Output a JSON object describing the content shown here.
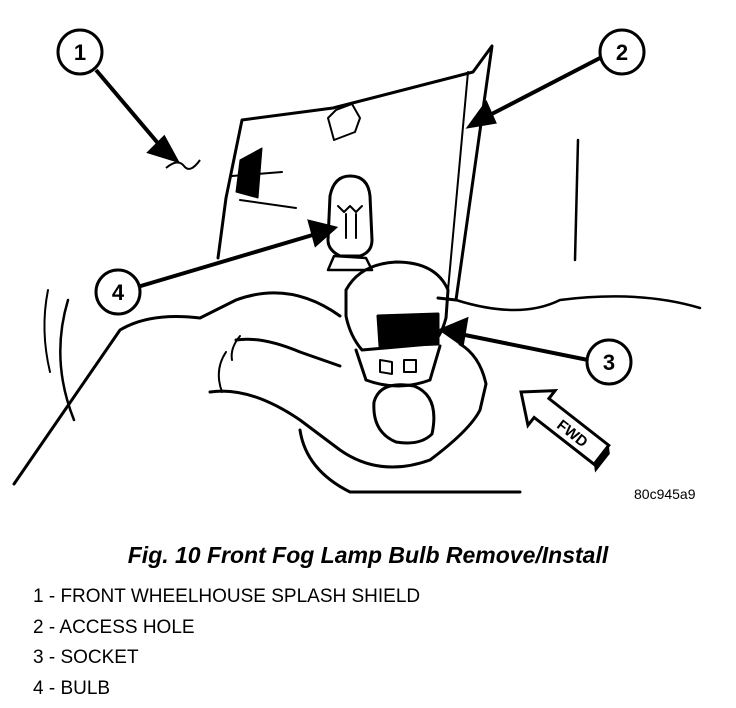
{
  "figure": {
    "callouts": [
      {
        "number": "1"
      },
      {
        "number": "2"
      },
      {
        "number": "3"
      },
      {
        "number": "4"
      }
    ],
    "direction_arrow_text": "FWD",
    "image_code": "80c945a9"
  },
  "caption": "Fig. 10 Front Fog Lamp Bulb Remove/Install",
  "legend": [
    "1 - FRONT WHEELHOUSE SPLASH SHIELD",
    "2 - ACCESS HOLE",
    "3 - SOCKET",
    "4 - BULB"
  ]
}
